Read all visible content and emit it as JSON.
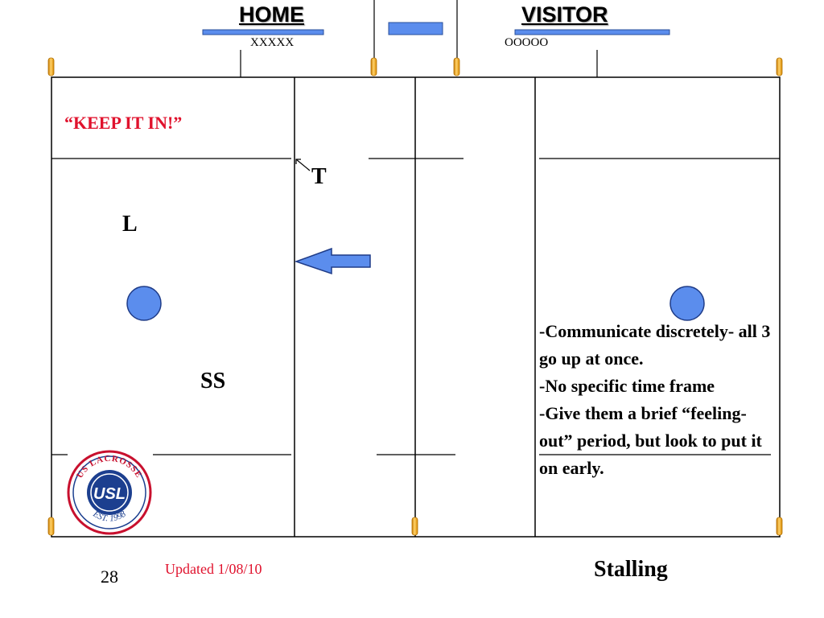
{
  "header": {
    "home_label": "HOME",
    "visitor_label": "VISITOR",
    "home_score": "XXXXX",
    "visitor_score": "OOOOO"
  },
  "field": {
    "callout": "“KEEP  IT  IN!”",
    "player_t": "T",
    "player_l": "L",
    "player_ss": "SS"
  },
  "notes": [
    "-Communicate discretely- all 3 go up at once.",
    "-No specific time frame",
    "-Give them a brief “feeling-out” period, but look to put it on early."
  ],
  "logo": {
    "top_text": "US LACROSSE",
    "center_text": "USL",
    "bottom_text": "EST. 1998"
  },
  "footer": {
    "slide_number": "28",
    "updated": "Updated 1/08/10",
    "title": "Stalling"
  },
  "colors": {
    "accent_blue": "#5b8ded",
    "callout_red": "#e0122d",
    "post_orange": "#f7a81b",
    "logo_red": "#c8102e",
    "logo_navy": "#1c3f8f"
  }
}
